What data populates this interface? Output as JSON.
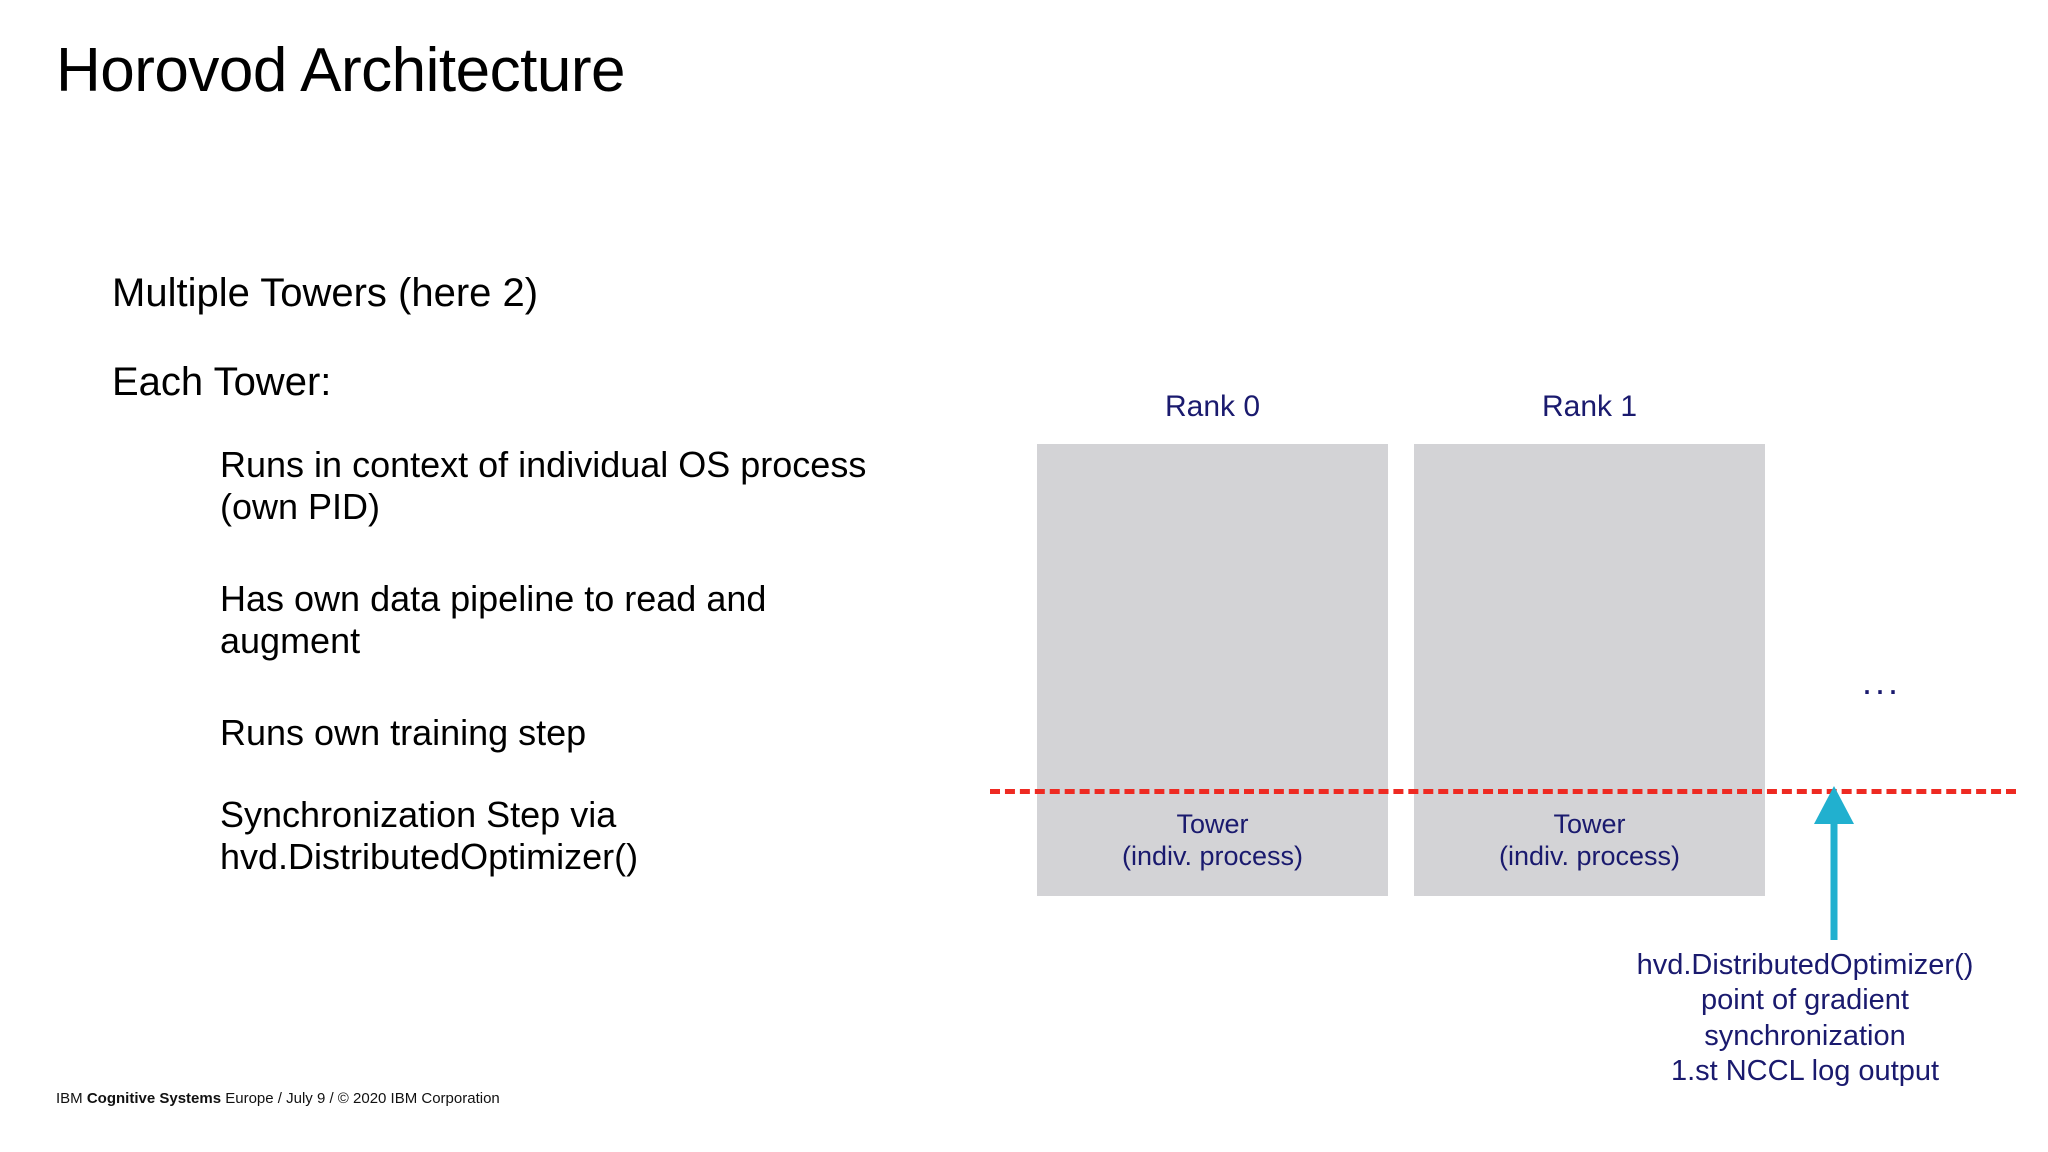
{
  "slide": {
    "title": "Horovod Architecture",
    "background": "#ffffff"
  },
  "body": {
    "heading_1": "Multiple Towers (here 2)",
    "heading_2": "Each Tower:",
    "bullets": [
      "Runs in context of individual OS process (own PID)",
      "Has own data pipeline to read and augment",
      "Runs own training step",
      "Synchronization Step via hvd.DistributedOptimizer()"
    ]
  },
  "diagram": {
    "rank_labels": [
      "Rank 0",
      "Rank 1"
    ],
    "tower_captions": [
      "Tower\n(indiv. process)",
      "Tower\n(indiv. process)"
    ],
    "ellipsis": "...",
    "annotation": "hvd.DistributedOptimizer()\npoint of gradient\nsynchronization\n1.st NCCL log output",
    "colors": {
      "box_fill": "#d3d3d6",
      "label_text": "#1a1a6e",
      "dashed_line": "#ee2a22",
      "arrow": "#21b0cf"
    }
  },
  "footer": {
    "brand_prefix": "IBM ",
    "brand_bold": "Cognitive Systems",
    "brand_suffix": " Europe / July 9 /  © 2020 IBM Corporation"
  }
}
